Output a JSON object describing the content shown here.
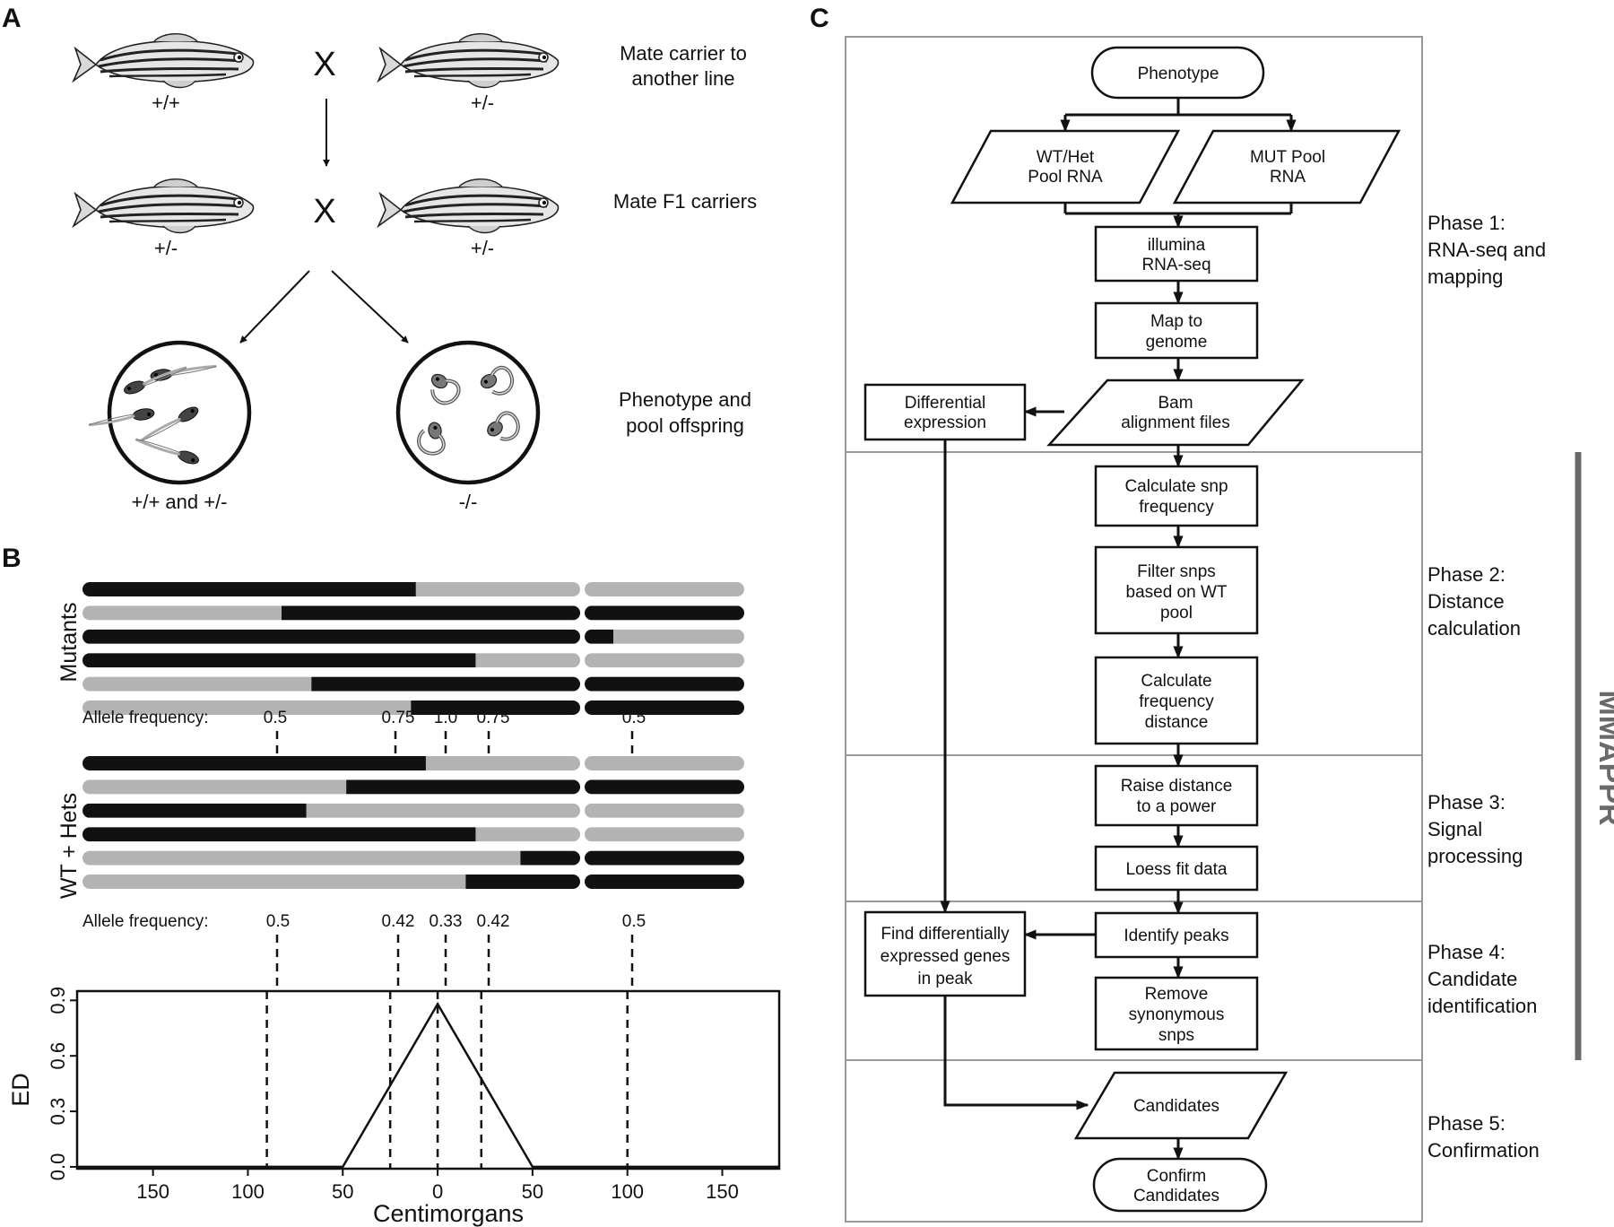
{
  "panel_a": {
    "letter": "A",
    "cross_symbol": "X",
    "step1_label_line1": "Mate carrier to",
    "step1_label_line2": "another line",
    "fish_top_left": "+/+",
    "fish_top_right": "+/-",
    "step2_label": "Mate F1 carriers",
    "fish_mid_left": "+/-",
    "fish_mid_right": "+/-",
    "step3_label_line1": "Phenotype and",
    "step3_label_line2": "pool offspring",
    "pool_left_label": "+/+ and +/-",
    "pool_right_label": "-/-"
  },
  "panel_b": {
    "letter": "B",
    "mutants_label": "Mutants",
    "wt_label": "WT + Hets",
    "allele_freq_label": "Allele frequency:",
    "mutant_freqs": [
      "0.5",
      "0.75",
      "1.0",
      "0.75",
      "0.5"
    ],
    "wt_freqs": [
      "0.5",
      "0.42",
      "0.33",
      "0.42",
      "0.5"
    ],
    "colors": {
      "dark": "#111111",
      "light": "#b3b3b3"
    },
    "mutant_chromosomes": [
      {
        "segments": [
          {
            "c": "dark",
            "to": 0.67
          },
          {
            "c": "light",
            "to": 1
          }
        ],
        "tail": [
          {
            "c": "light",
            "to": 1
          }
        ]
      },
      {
        "segments": [
          {
            "c": "light",
            "to": 0.4
          },
          {
            "c": "dark",
            "to": 1
          }
        ],
        "tail": [
          {
            "c": "dark",
            "to": 1
          }
        ]
      },
      {
        "segments": [
          {
            "c": "dark",
            "to": 1
          }
        ],
        "tail": [
          {
            "c": "dark",
            "to": 0.18
          },
          {
            "c": "light",
            "to": 1
          }
        ]
      },
      {
        "segments": [
          {
            "c": "dark",
            "to": 0.79
          },
          {
            "c": "light",
            "to": 1
          }
        ],
        "tail": [
          {
            "c": "light",
            "to": 1
          }
        ]
      },
      {
        "segments": [
          {
            "c": "light",
            "to": 0.46
          },
          {
            "c": "dark",
            "to": 1
          }
        ],
        "tail": [
          {
            "c": "dark",
            "to": 1
          }
        ]
      },
      {
        "segments": [
          {
            "c": "light",
            "to": 0.66
          },
          {
            "c": "dark",
            "to": 1
          }
        ],
        "tail": [
          {
            "c": "dark",
            "to": 1
          }
        ]
      }
    ],
    "wt_chromosomes": [
      {
        "segments": [
          {
            "c": "dark",
            "to": 0.69
          },
          {
            "c": "light",
            "to": 1
          }
        ],
        "tail": [
          {
            "c": "light",
            "to": 1
          }
        ]
      },
      {
        "segments": [
          {
            "c": "light",
            "to": 0.53
          },
          {
            "c": "dark",
            "to": 1
          }
        ],
        "tail": [
          {
            "c": "dark",
            "to": 1
          }
        ]
      },
      {
        "segments": [
          {
            "c": "dark",
            "to": 0.45
          },
          {
            "c": "light",
            "to": 1
          }
        ],
        "tail": [
          {
            "c": "light",
            "to": 1
          }
        ]
      },
      {
        "segments": [
          {
            "c": "dark",
            "to": 0.79
          },
          {
            "c": "light",
            "to": 1
          }
        ],
        "tail": [
          {
            "c": "light",
            "to": 1
          }
        ]
      },
      {
        "segments": [
          {
            "c": "light",
            "to": 0.88
          },
          {
            "c": "dark",
            "to": 1
          }
        ],
        "tail": [
          {
            "c": "dark",
            "to": 1
          }
        ]
      },
      {
        "segments": [
          {
            "c": "light",
            "to": 0.77
          },
          {
            "c": "dark",
            "to": 1
          }
        ],
        "tail": [
          {
            "c": "dark",
            "to": 1
          }
        ]
      }
    ]
  },
  "chart_data": {
    "type": "line",
    "xlabel": "Centimorgans",
    "ylabel": "ED",
    "xlim": [
      -190,
      180
    ],
    "ylim": [
      -0.01,
      0.95
    ],
    "x_ticks": [
      -150,
      -100,
      -50,
      0,
      50,
      100,
      150
    ],
    "x_tick_labels": [
      "150",
      "100",
      "50",
      "0",
      "50",
      "100",
      "150"
    ],
    "y_ticks": [
      0.0,
      0.3,
      0.6,
      0.9
    ],
    "y_tick_labels": [
      "0.0",
      "0.3",
      "0.6",
      "0.9"
    ],
    "grid": false,
    "series": [
      {
        "x": [
          -190,
          -50,
          0,
          50,
          180
        ],
        "y": [
          0,
          0,
          0.88,
          0,
          0
        ]
      }
    ],
    "reference_lines_x": [
      -90,
      -25,
      0,
      23,
      100
    ]
  },
  "panel_c": {
    "letter": "C",
    "nodes": {
      "phenotype": "Phenotype",
      "wt_pool_line1": "WT/Het",
      "wt_pool_line2": "Pool RNA",
      "mut_pool_line1": "MUT Pool",
      "mut_pool_line2": "RNA",
      "illumina_line1": "illumina",
      "illumina_line2": "RNA-seq",
      "map_line1": "Map to",
      "map_line2": "genome",
      "bam_line1": "Bam",
      "bam_line2": "alignment files",
      "diffexp_line1": "Differential",
      "diffexp_line2": "expression",
      "calc_snp_line1": "Calculate snp",
      "calc_snp_line2": "frequency",
      "filter_line1": "Filter snps",
      "filter_line2": "based on WT",
      "filter_line3": "pool",
      "calc_dist_line1": "Calculate",
      "calc_dist_line2": "frequency",
      "calc_dist_line3": "distance",
      "raise_line1": "Raise distance",
      "raise_line2": "to a power",
      "loess": "Loess fit data",
      "peaks": "Identify peaks",
      "find_line1": "Find differentially",
      "find_line2": "expressed genes",
      "find_line3": "in peak",
      "remove_line1": "Remove",
      "remove_line2": "synonymous",
      "remove_line3": "snps",
      "candidates": "Candidates",
      "confirm_line1": "Confirm",
      "confirm_line2": "Candidates"
    },
    "phases": {
      "p1_line1": "Phase 1:",
      "p1_line2": "RNA-seq and",
      "p1_line3": "mapping",
      "p2_line1": "Phase 2:",
      "p2_line2": "Distance",
      "p2_line3": "calculation",
      "p3_line1": "Phase 3:",
      "p3_line2": "Signal",
      "p3_line3": "processing",
      "p4_line1": "Phase 4:",
      "p4_line2": "Candidate",
      "p4_line3": "identification",
      "p5_line1": "Phase 5:",
      "p5_line2": "Confirmation"
    },
    "bracket_label": "MMAPPR"
  }
}
